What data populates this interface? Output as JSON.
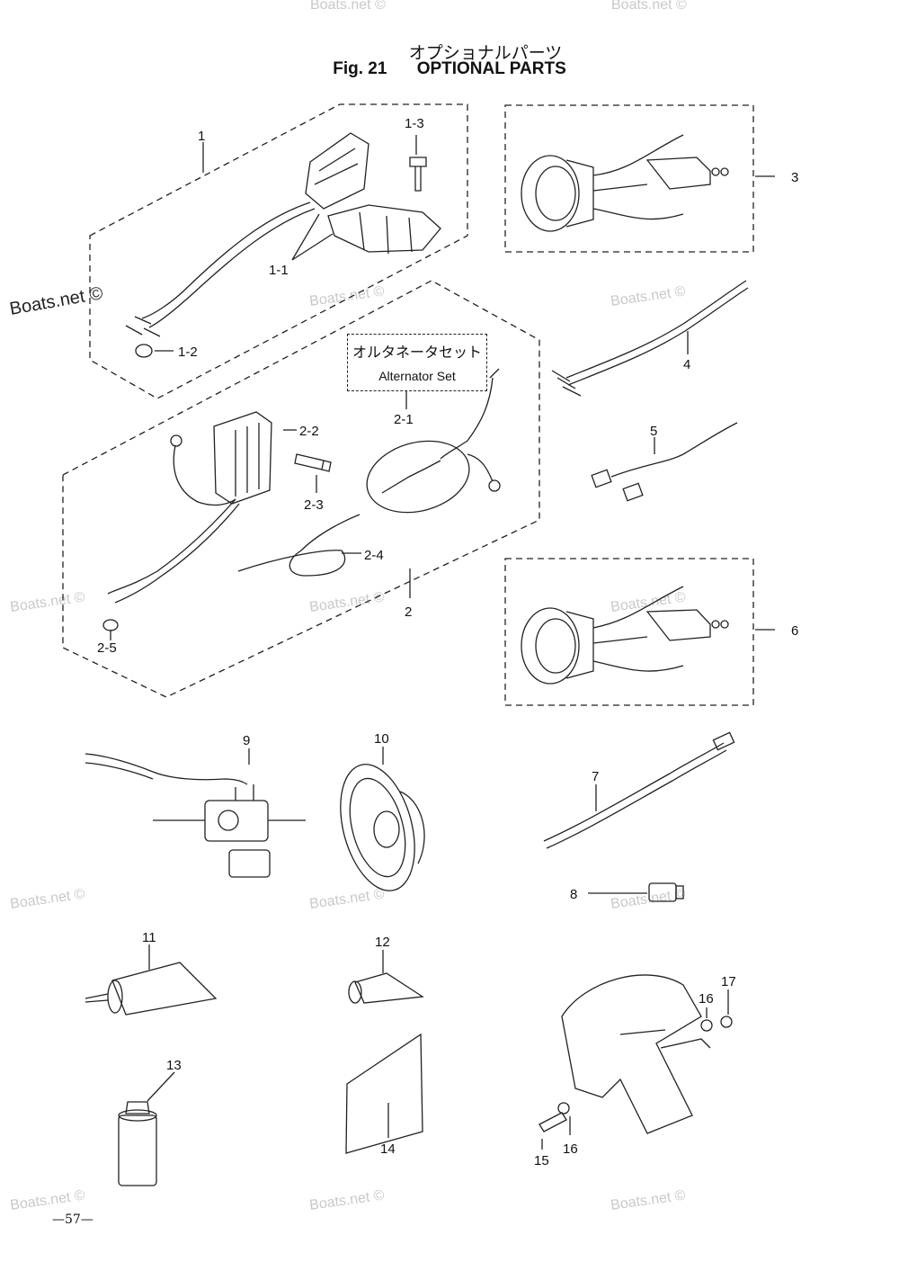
{
  "header": {
    "title_jp": "オプショナルパーツ",
    "fig_label": "Fig. 21",
    "title_en": "OPTIONAL PARTS"
  },
  "alternator_box": {
    "jp": "オルタネータセット",
    "en": "Alternator Set"
  },
  "callouts": [
    "1",
    "1-1",
    "1-2",
    "1-3",
    "2",
    "2-1",
    "2-2",
    "2-3",
    "2-4",
    "2-5",
    "3",
    "4",
    "5",
    "6",
    "7",
    "8",
    "9",
    "10",
    "11",
    "12",
    "13",
    "14",
    "15",
    "16",
    "16",
    "17"
  ],
  "watermark": "Boats.net ©",
  "page_number": "—57—"
}
